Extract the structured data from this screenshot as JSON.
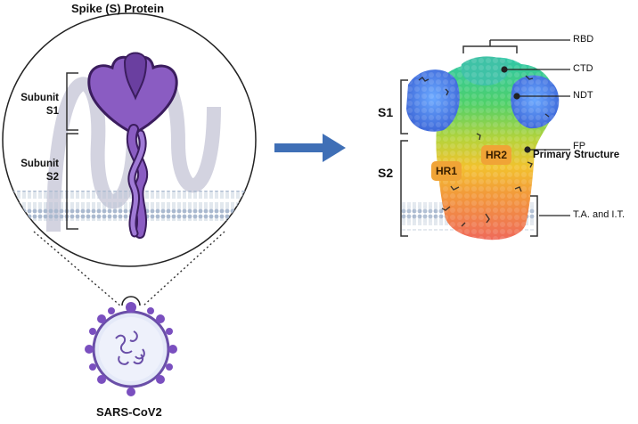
{
  "left_panel": {
    "title": "Spike (S) Protein",
    "subunit1": [
      "Subunit",
      "S1"
    ],
    "subunit2": [
      "Subunit",
      "S2"
    ],
    "virus_label": "SARS-CoV2"
  },
  "right_panel": {
    "left_labels": {
      "s1": "S1",
      "s2": "S2"
    },
    "callouts": [
      {
        "id": "rbd",
        "text": "RBD"
      },
      {
        "id": "ctd",
        "text": "CTD"
      },
      {
        "id": "ndt",
        "text": "NDT"
      },
      {
        "id": "fp",
        "text": "FP"
      },
      {
        "id": "primary",
        "text": "Primary Structure"
      },
      {
        "id": "ta-it",
        "text": "T.A. and I.T."
      }
    ],
    "badges": {
      "hr1": "HR1",
      "hr2": "HR2"
    }
  },
  "colors": {
    "spike_purple": "#8a5cc2",
    "spike_dark": "#3b1d5e",
    "membrane": "#c9d3e2",
    "arrow": "#3f6fb6",
    "badge": "#f0a436"
  },
  "icons": [
    "spike-protein-icon",
    "membrane-icon",
    "virus-icon",
    "arrow-right-icon",
    "protein-structure-icon"
  ]
}
